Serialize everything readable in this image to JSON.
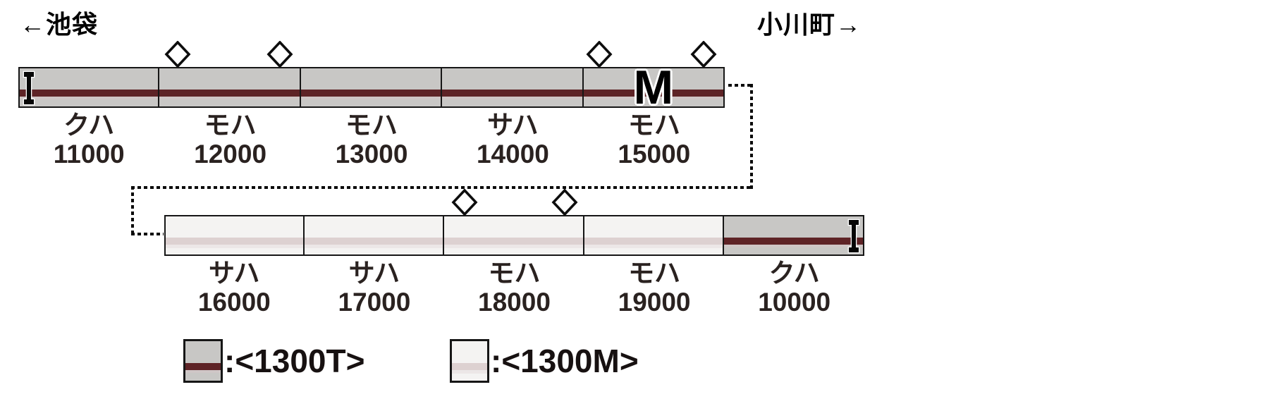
{
  "diagram": {
    "direction_labels": {
      "left": "←池袋",
      "right": "小川町→"
    },
    "trains": [
      {
        "cars": [
          {
            "type": "クハ",
            "number": "11000",
            "livery": "1300T",
            "end_marker": "I",
            "end_side": "left"
          },
          {
            "type": "モハ",
            "number": "12000",
            "livery": "1300T",
            "pantographs": [
              0.13,
              0.85
            ]
          },
          {
            "type": "モハ",
            "number": "13000",
            "livery": "1300T"
          },
          {
            "type": "サハ",
            "number": "14000",
            "livery": "1300T"
          },
          {
            "type": "モハ",
            "number": "15000",
            "livery": "1300T",
            "pantographs": [
              0.11,
              0.85
            ],
            "motor_marker": "M"
          }
        ]
      },
      {
        "cars": [
          {
            "type": "サハ",
            "number": "16000",
            "livery": "1300M"
          },
          {
            "type": "サハ",
            "number": "17000",
            "livery": "1300M"
          },
          {
            "type": "モハ",
            "number": "18000",
            "livery": "1300M",
            "pantographs": [
              0.145,
              0.86
            ]
          },
          {
            "type": "モハ",
            "number": "19000",
            "livery": "1300M"
          },
          {
            "type": "クハ",
            "number": "10000",
            "livery": "1300T",
            "end_marker": "I",
            "end_side": "right"
          }
        ]
      }
    ],
    "legend": [
      {
        "code": "1300T",
        "label": ":<1300T>",
        "body_color": "#c8c7c5",
        "stripe_color": "#5e2326"
      },
      {
        "code": "1300M",
        "label": ":<1300M>",
        "body_color": "#f4f3f2",
        "stripe_color": "#ddd1d1"
      }
    ],
    "colors": {
      "outline": "#161616",
      "t_body": "#c8c7c5",
      "t_stripe": "#5e2326",
      "t_stripe_sub": "#cfc6c6",
      "m_body": "#f4f3f2",
      "m_stripe": "#ddd1d1",
      "m_stripe_sub": "#ece7e7",
      "text": "#2a2220"
    }
  }
}
